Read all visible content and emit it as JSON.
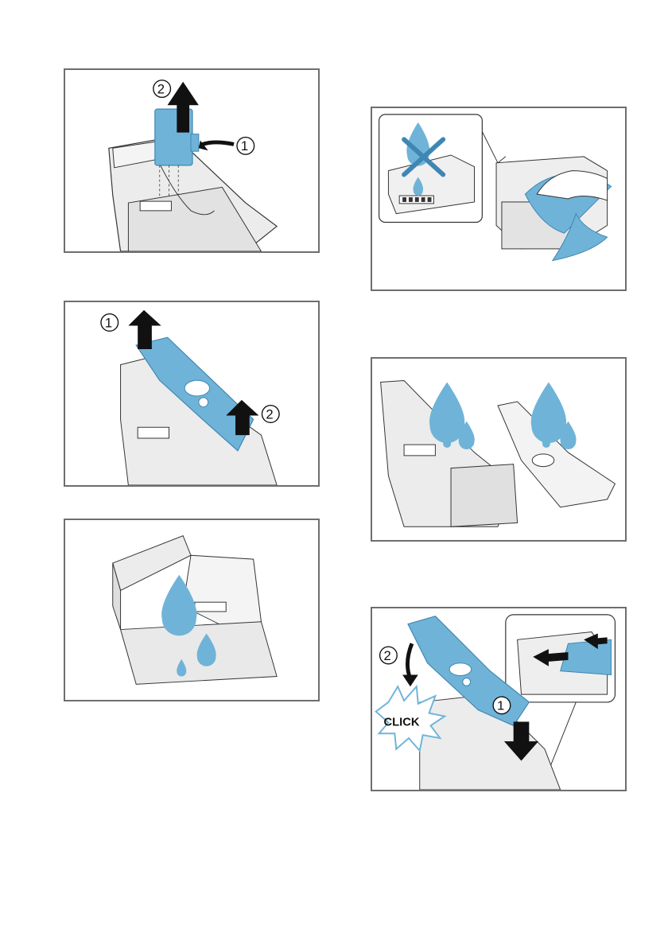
{
  "figures": [
    {
      "id": "remove-insert",
      "callouts": [
        "2",
        "1"
      ],
      "icons": [
        "up-arrow-icon",
        "curved-arrow-icon"
      ]
    },
    {
      "id": "no-dishwasher-wipe",
      "callouts": [],
      "icons": [
        "no-dishwasher-icon",
        "water-drop-icon",
        "wiping-hand-icon"
      ]
    },
    {
      "id": "lift-cover",
      "callouts": [
        "1",
        "2"
      ],
      "icons": [
        "up-arrow-icon"
      ]
    },
    {
      "id": "rinse-parts",
      "callouts": [],
      "icons": [
        "water-drop-icon"
      ]
    },
    {
      "id": "rinse-drawer",
      "callouts": [],
      "icons": [
        "water-drop-icon"
      ]
    },
    {
      "id": "refit-cover",
      "callouts": [
        "2",
        "1"
      ],
      "click_text": "CLICK",
      "icons": [
        "curved-arrow-icon",
        "down-arrow-icon",
        "click-burst-icon"
      ]
    }
  ],
  "colors": {
    "accent": "#6fb4d8",
    "accent_dark": "#3f86b3",
    "frame": "#6e6e6e",
    "line": "#333333",
    "drawer": "#ececec"
  }
}
